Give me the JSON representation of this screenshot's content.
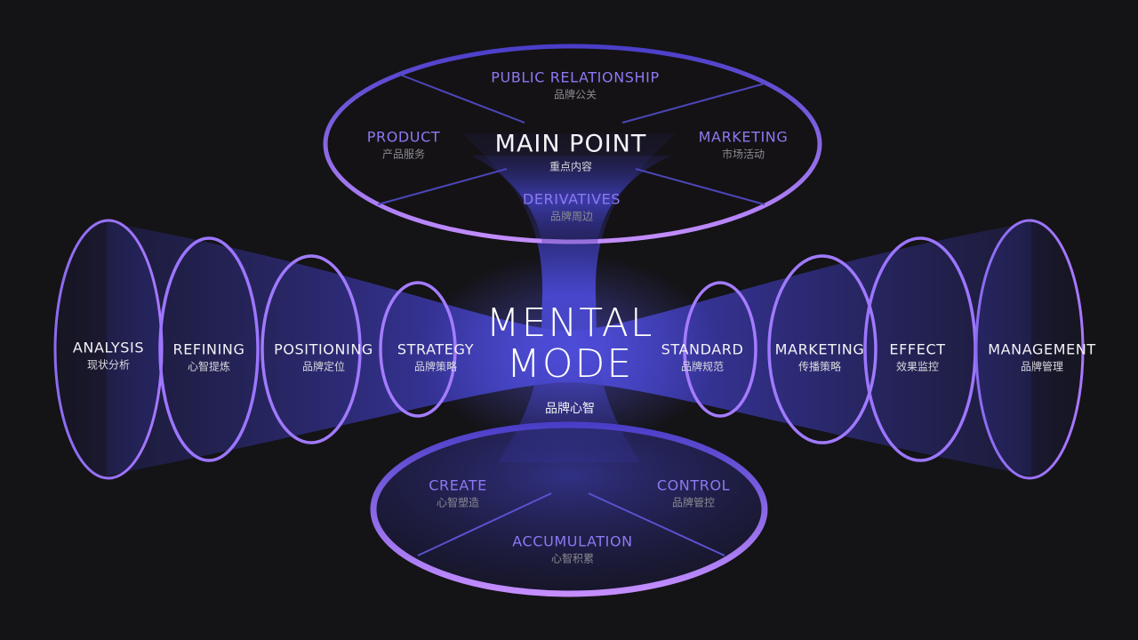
{
  "center": {
    "title_line1": "MENTAL",
    "title_line2": "MODE",
    "subtitle": "品牌心智"
  },
  "top": {
    "main": {
      "en": "MAIN POINT",
      "zh": "重点内容"
    },
    "items": [
      {
        "id": "public-relationship",
        "en": "PUBLIC RELATIONSHIP",
        "zh": "品牌公关"
      },
      {
        "id": "product",
        "en": "PRODUCT",
        "zh": "产品服务"
      },
      {
        "id": "marketing",
        "en": "MARKETING",
        "zh": "市场活动"
      },
      {
        "id": "derivatives",
        "en": "DERIVATIVES",
        "zh": "品牌周边"
      }
    ]
  },
  "bottom": {
    "items": [
      {
        "id": "create",
        "en": "CREATE",
        "zh": "心智塑造"
      },
      {
        "id": "control",
        "en": "CONTROL",
        "zh": "品牌管控"
      },
      {
        "id": "accumulation",
        "en": "ACCUMULATION",
        "zh": "心智积累"
      }
    ]
  },
  "left": {
    "items": [
      {
        "id": "analysis",
        "en": "ANALYSIS",
        "zh": "现状分析"
      },
      {
        "id": "refining",
        "en": "REFINING",
        "zh": "心智提炼"
      },
      {
        "id": "positioning",
        "en": "POSITIONING",
        "zh": "品牌定位"
      },
      {
        "id": "strategy",
        "en": "STRATEGY",
        "zh": "品牌策略"
      }
    ]
  },
  "right": {
    "items": [
      {
        "id": "standard",
        "en": "STANDARD",
        "zh": "品牌规范"
      },
      {
        "id": "marketing",
        "en": "MARKETING",
        "zh": "传播策略"
      },
      {
        "id": "effect",
        "en": "EFFECT",
        "zh": "效果监控"
      },
      {
        "id": "management",
        "en": "MANAGEMENT",
        "zh": "品牌管理"
      }
    ]
  },
  "colors": {
    "background": "#141316",
    "ring_light": "#c08cff",
    "ring_dark": "#5a48d8",
    "label_violet": "#8d79f2",
    "label_white": "#f2f2f6",
    "label_gray": "#8b8b92"
  }
}
